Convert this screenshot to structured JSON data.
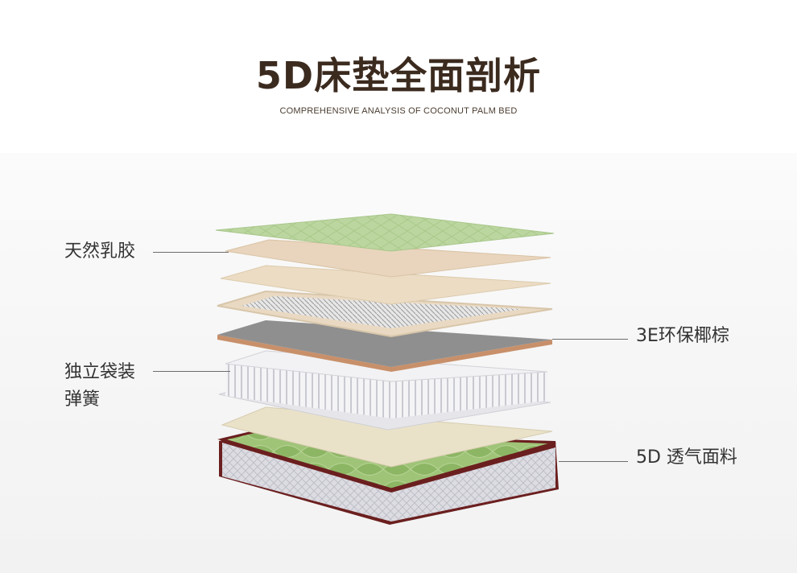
{
  "header": {
    "title": "5D床垫全面剖析",
    "subtitle": "COMPREHENSIVE ANALYSIS OF COCONUT PALM BED"
  },
  "labels": {
    "latex": "天然乳胶",
    "coir": "3E环保椰棕",
    "spring_line1": "独立袋装",
    "spring_line2": "弹簧",
    "fabric": "5D 透气面料"
  },
  "colors": {
    "title": "#3b2a1e",
    "green_fabric": "#9bbf72",
    "latex_layer": "#ead9c2",
    "coir_edge": "#c8906a",
    "gray_layer": "#8f8f8f",
    "border_knit": "#d9d9de",
    "piping": "#6b1f1f"
  }
}
